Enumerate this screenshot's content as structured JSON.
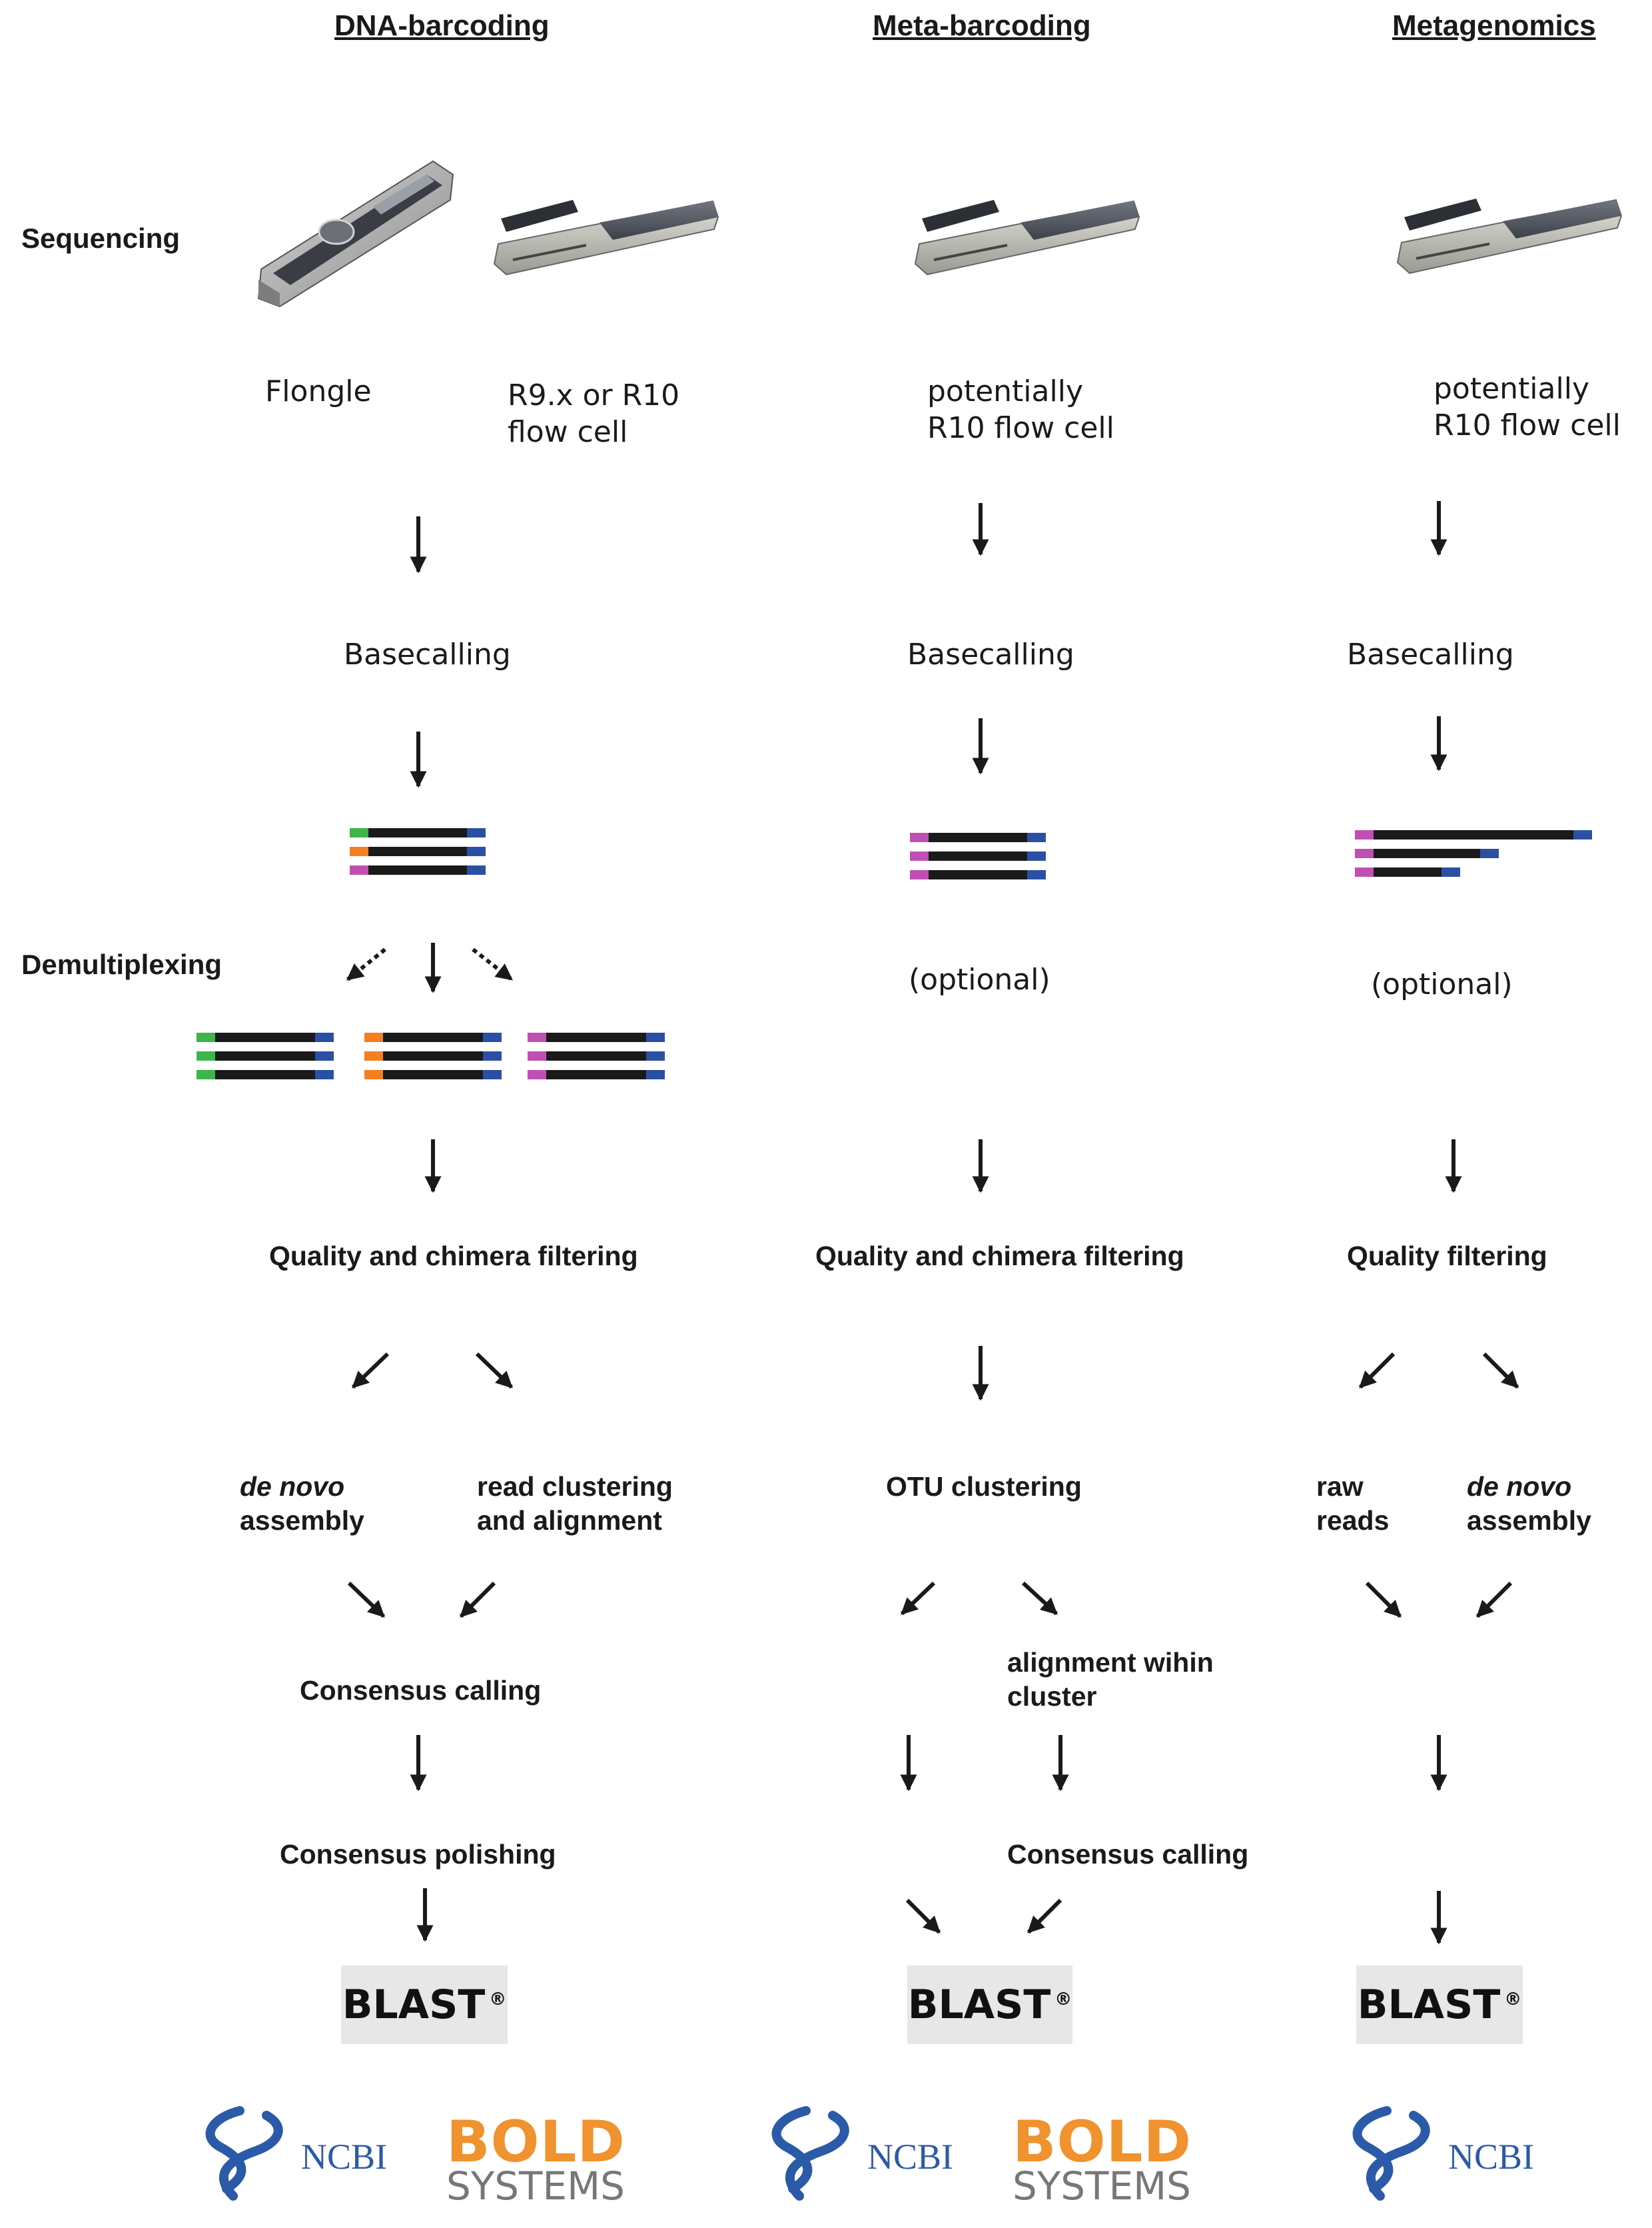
{
  "columns": {
    "dna": "DNA-barcoding",
    "meta": "Meta-barcoding",
    "metag": "Metagenomics"
  },
  "rows": {
    "sequencing": "Sequencing",
    "demultiplexing": "Demultiplexing"
  },
  "devices": {
    "flongle": "Flongle",
    "dna_flowcell_1": "R9.x or R10",
    "dna_flowcell_2": "flow cell",
    "meta_flowcell_1": "potentially",
    "meta_flowcell_2": "R10 flow cell",
    "metag_flowcell_1": "potentially",
    "metag_flowcell_2": "R10 flow cell"
  },
  "steps": {
    "basecalling": "Basecalling",
    "optional": "(optional)",
    "quality_chimera": "Quality and chimera filtering",
    "quality": "Quality filtering",
    "de_novo": "de novo",
    "assembly": "assembly",
    "read_clustering_1": "read clustering",
    "read_clustering_2": "and alignment",
    "otu": "OTU clustering",
    "raw_1": "raw",
    "raw_2": "reads",
    "alignment_1": "alignment wihin",
    "alignment_2": "cluster",
    "consensus_calling": "Consensus calling",
    "consensus_polishing": "Consensus polishing"
  },
  "logos": {
    "blast": "BLAST",
    "registered": "®",
    "ncbi": "NCBI",
    "bold_1": "BOLD",
    "bold_2": "SYSTEMS"
  },
  "colors": {
    "green": "#3cb54a",
    "orange": "#f47f20",
    "magenta": "#c04fb4",
    "blue": "#2b4fa3",
    "read": "#1a1a1a",
    "ncbi_blue": "#2b5aa8",
    "bold_orange": "#f0922e"
  }
}
